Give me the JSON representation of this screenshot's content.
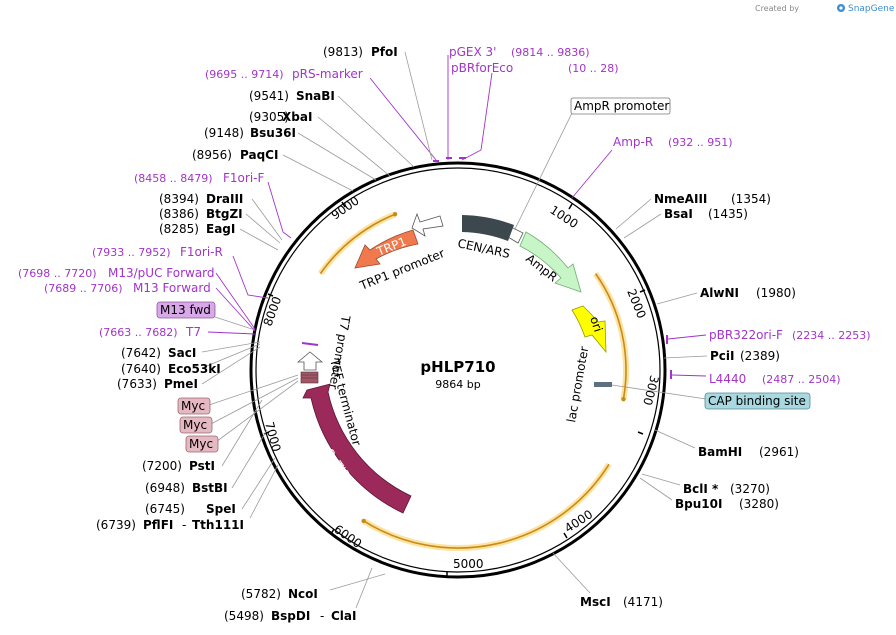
{
  "brand": {
    "prefix": "Created by",
    "name": "SnapGene"
  },
  "plasmid": {
    "name": "pHLP710",
    "length_label": "9864 bp",
    "length": 9864
  },
  "backbone_ticks": [
    "1000",
    "2000",
    "3000",
    "4000",
    "5000",
    "6000",
    "7000",
    "8000",
    "9000"
  ],
  "enzymes": [
    {
      "name": "PfoI",
      "pos": "(9813)"
    },
    {
      "name": "SnaBI",
      "pos": "(9541)"
    },
    {
      "name": "XbaI",
      "pos": "(9305)"
    },
    {
      "name": "Bsu36I",
      "pos": "(9148)"
    },
    {
      "name": "PaqCI",
      "pos": "(8956)"
    },
    {
      "name": "DraIII",
      "pos": "(8394)"
    },
    {
      "name": "BtgZI",
      "pos": "(8386)"
    },
    {
      "name": "EagI",
      "pos": "(8285)"
    },
    {
      "name": "NmeAIII",
      "pos": "(1354)"
    },
    {
      "name": "BsaI",
      "pos": "(1435)"
    },
    {
      "name": "AlwNI",
      "pos": "(1980)"
    },
    {
      "name": "PciI",
      "pos": "(2389)"
    },
    {
      "name": "BamHI",
      "pos": "(2961)"
    },
    {
      "name": "BclI *",
      "pos": "(3270)"
    },
    {
      "name": "Bpu10I",
      "pos": "(3280)"
    },
    {
      "name": "MscI",
      "pos": "(4171)"
    },
    {
      "name": "SacI",
      "pos": "(7642)"
    },
    {
      "name": "Eco53kI",
      "pos": "(7640)"
    },
    {
      "name": "PmeI",
      "pos": "(7633)"
    },
    {
      "name": "PstI",
      "pos": "(7200)"
    },
    {
      "name": "BstBI",
      "pos": "(6948)"
    },
    {
      "name": "SpeI",
      "pos": "(6745)"
    },
    {
      "name": "PflFI",
      "pos": "(6739)"
    },
    {
      "name": "Tth111I",
      "pos": ""
    },
    {
      "name": "NcoI",
      "pos": "(5782)"
    },
    {
      "name": "BspDI",
      "pos": "(5498)"
    },
    {
      "name": "ClaI",
      "pos": ""
    }
  ],
  "primers": [
    {
      "name": "pGEX 3'",
      "pos": "(9814 .. 9836)"
    },
    {
      "name": "pBRforEco",
      "pos": "(10 .. 28)"
    },
    {
      "name": "pRS-marker",
      "pos": "(9695 .. 9714)"
    },
    {
      "name": "F1ori-F",
      "pos": "(8458 .. 8479)"
    },
    {
      "name": "F1ori-R",
      "pos": "(7933 .. 7952)"
    },
    {
      "name": "M13/pUC Forward",
      "pos": "(7698 .. 7720)"
    },
    {
      "name": "M13 Forward",
      "pos": "(7689 .. 7706)"
    },
    {
      "name": "T7",
      "pos": "(7663 .. 7682)"
    },
    {
      "name": "Amp-R",
      "pos": "(932 .. 951)"
    },
    {
      "name": "pBR322ori-F",
      "pos": "(2234 .. 2253)"
    },
    {
      "name": "L4440",
      "pos": "(2487 .. 2504)"
    }
  ],
  "boxed_labels": [
    {
      "name": "AmpR promoter",
      "color": "#ffffff"
    },
    {
      "name": "M13 fwd",
      "color": "#d9a8e8"
    },
    {
      "name": "Myc",
      "color": "#e6b8c2"
    },
    {
      "name": "Myc",
      "color": "#e6b8c2"
    },
    {
      "name": "Myc",
      "color": "#e6b8c2"
    },
    {
      "name": "CAP binding site",
      "color": "#a8d8e0"
    }
  ],
  "features": [
    {
      "name": "TRP1",
      "color": "#f07a4e"
    },
    {
      "name": "TRP1 promoter",
      "color": "#ffffff"
    },
    {
      "name": "CEN/ARS",
      "color": "#3d474e"
    },
    {
      "name": "AmpR",
      "color": "#c8f5c8"
    },
    {
      "name": "ori",
      "color": "#ffff00"
    },
    {
      "name": "lac promoter",
      "color": "#ffffff"
    },
    {
      "name": "T7 promoter",
      "color": "#ffffff"
    },
    {
      "name": "TEF terminator",
      "color": "#a05868"
    },
    {
      "name": "OsTIR1",
      "color": "#9b2a5a"
    }
  ]
}
